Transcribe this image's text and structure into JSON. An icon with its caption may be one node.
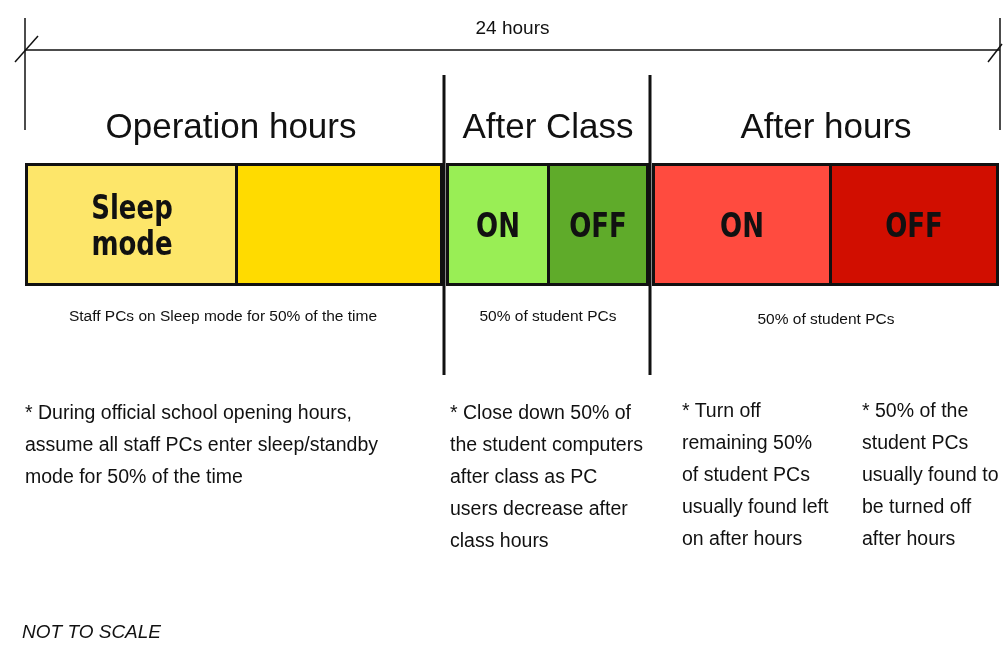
{
  "diagram": {
    "nodes": [
      {
        "text": [
          "Sleep mode"
        ]
      },
      {
        "text": [],
        "shape": "box"
      },
      {
        "text": [
          "ON"
        ]
      },
      {
        "text": [
          "OFF"
        ]
      },
      {
        "text": [
          "ON"
        ]
      },
      {
        "text": [
          "OFF"
        ]
      }
    ],
    "labels": [
      "24 hours",
      "Operation hours",
      "After Class",
      "After hours",
      "Staff PCs on Sleep mode for 50% of the time",
      "50% of student PCs",
      "50% of student PCs",
      "* During official school opening hours, assume all staff PCs enter sleep/standby mode for 50% of the time",
      "* Close down 50% of the student computers after class as PC users decrease after class hours",
      "* Turn off remaining 50% of student PCs usually found left on after hours",
      "* 50% of the student PCs usually found to be turned off after hours",
      "NOT TO SCALE"
    ]
  }
}
